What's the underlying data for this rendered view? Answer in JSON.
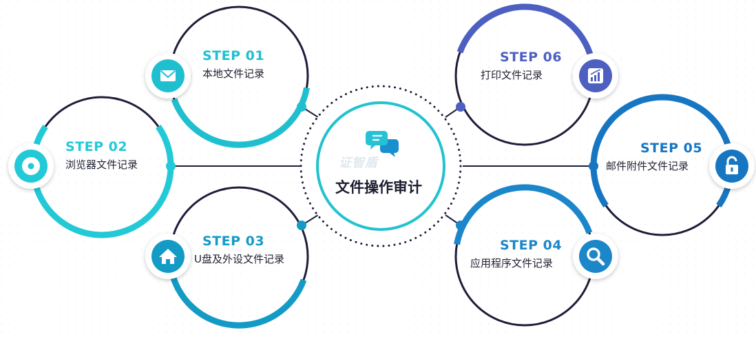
{
  "center": {
    "title": "文件操作审计",
    "icon": "chat-bubbles-icon",
    "watermark": "证智盾"
  },
  "steps": [
    {
      "id": "01",
      "title": "STEP 01",
      "label": "本地文件记录",
      "icon": "envelope-icon",
      "color": "#1fbfd0"
    },
    {
      "id": "02",
      "title": "STEP 02",
      "label": "浏览器文件记录",
      "icon": "gear-icon",
      "color": "#22c9d6"
    },
    {
      "id": "03",
      "title": "STEP 03",
      "label": "U盘及外设文件记录",
      "icon": "home-icon",
      "color": "#139bc6"
    },
    {
      "id": "04",
      "title": "STEP 04",
      "label": "应用程序文件记录",
      "icon": "search-icon",
      "color": "#1b86c9"
    },
    {
      "id": "05",
      "title": "STEP 05",
      "label": "邮件附件文件记录",
      "icon": "lock-icon",
      "color": "#1676c2"
    },
    {
      "id": "06",
      "title": "STEP 06",
      "label": "打印文件记录",
      "icon": "bar-chart-icon",
      "color": "#4d5fc0"
    }
  ],
  "colors": {
    "dark_ring": "#1d1d3a",
    "dotted_ring": "#1d1d3a"
  }
}
